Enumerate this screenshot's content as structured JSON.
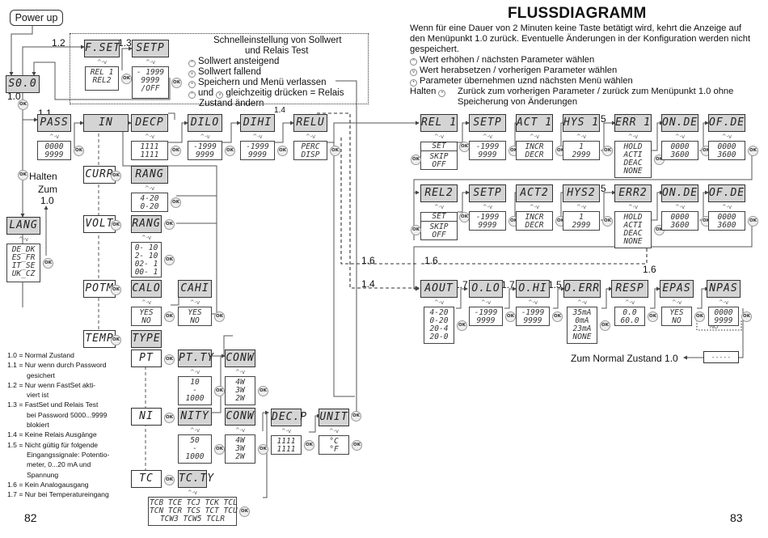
{
  "header": {
    "title": "FLUSSDIAGRAMM",
    "intro": "Wenn für eine Dauer von 2 Minuten keine Taste betätigt wird, kehrt die Anzeige auf den Menüpunkt 1.0 zurück. Eventuelle Änderungen in der Konfiguration werden nicht gespeichert.",
    "legend": [
      {
        "icon": "up-arrow-icon",
        "text": "Wert erhöhen / nächsten Parameter wählen"
      },
      {
        "icon": "down-arrow-icon",
        "text": "Wert herabsetzen / vorherigen Parameter wählen"
      },
      {
        "icon": "ok-icon",
        "text": "Parameter übernehmen uznd nächsten Menü wählen"
      }
    ],
    "hold_prefix": "Halten",
    "hold_text": "Zurück zum vorherigen Parameter / zurück zum Menüpunkt 1.0 ohne Speicherung von Änderungen"
  },
  "power_up": "Power up",
  "fastset": {
    "title_1": "Schnelleinstellung von Sollwert",
    "title_2": "und Relais Test",
    "items": [
      {
        "icon": "up-arrow-icon",
        "text": "Sollwert ansteigend"
      },
      {
        "icon": "down-arrow-icon",
        "text": "Sollwert fallend"
      },
      {
        "icon": "ok-icon",
        "text": "Speichern und Menü verlassen"
      }
    ],
    "combo_mid": "und",
    "combo_text": "gleichzeitig drücken = Relais",
    "combo_text_2": "Zustand ändern"
  },
  "ok_glyph": "OK",
  "updown_glyph": "^-v",
  "labels": {
    "l1_0": "1.0",
    "l1_1": "1.1",
    "l1_2": "1.2",
    "l1_3": "1.3",
    "l1_4": "1.4",
    "l1_5": "1.5",
    "l1_6": "1.6",
    "l1_7": "1.7",
    "halten": "Halten",
    "zum": "Zum",
    "zum_val": "1.0",
    "no": "NO",
    "zum_normal": "Zum Normal Zustand 1.0",
    "dash_box": "- - - - -"
  },
  "nodes": {
    "s00": "S0.0",
    "fset": {
      "title": "F.SET",
      "opts": "REL 1\nREL2"
    },
    "setp_fast": {
      "title": "SETP",
      "opts": "- 1999\n9999\n/OFF"
    },
    "pass": {
      "title": "PASS",
      "opts": "0000\n9999"
    },
    "in": "IN",
    "decp": {
      "title": "DECP",
      "opts": "1111\n1111"
    },
    "dilo": {
      "title": "DILO",
      "opts": "-1999\n9999"
    },
    "dihi": {
      "title": "DIHI",
      "opts": "-1999\n9999"
    },
    "relu": {
      "title": "RELU",
      "opts": "PERC\nDISP"
    },
    "lang": {
      "title": "LANG",
      "opts": "DE_DK\nES_FR\nIT_SE\nUK_CZ"
    },
    "curr": "CURR",
    "rang_curr": {
      "title": "RANG",
      "opts": "4-20\n0-20"
    },
    "volt": "VOLT",
    "rang_volt": {
      "title": "RANG",
      "opts": "0- 10\n2- 10\n02- 1\n00- 1"
    },
    "potm": "POTM",
    "calo": {
      "title": "CALO",
      "opts": "YES\nNO"
    },
    "cahi": {
      "title": "CAHI",
      "opts": "YES\nNO"
    },
    "temp": "TEMP",
    "type": "TYPE",
    "pt": "PT",
    "ptty": {
      "title": "PT.TY",
      "opts": "10\n-\n1000"
    },
    "conw_pt": {
      "title": "CONW",
      "opts": "4W\n3W\n2W"
    },
    "ni": "NI",
    "nity": {
      "title": "NITY",
      "opts": "50\n-\n1000"
    },
    "conw_ni": {
      "title": "CONW",
      "opts": "4W\n3W\n2W"
    },
    "decp_t": {
      "title": "DEC.P",
      "opts": "1111\n1111"
    },
    "unit": {
      "title": "UNIT",
      "opts": "°C\n°F"
    },
    "tc": "TC",
    "tcty": {
      "title": "TC.TY",
      "opts": "TCB TCE TCJ TCK TCL\nTCN TCR TCS TCT TCU\nTCW3 TCW5 TCLR"
    },
    "rel1": {
      "title": "REL 1",
      "opts_top": "SET",
      "opts": "SKIP\nOFF"
    },
    "setp1": {
      "title": "SETP",
      "opts": "-1999\n9999"
    },
    "act1": {
      "title": "ACT 1",
      "opts": "INCR\nDECR"
    },
    "hys1": {
      "title": "HYS 1",
      "opts": "1\n2999"
    },
    "err1": {
      "title": "ERR 1",
      "opts": "HOLD\nACTI\nDEAC\nNONE"
    },
    "onde1": {
      "title": "ON.DE",
      "opts": "0000\n3600"
    },
    "ofde1": {
      "title": "OF.DE",
      "opts": "0000\n3600"
    },
    "rel2": {
      "title": "REL2",
      "opts_top": "SET",
      "opts": "SKIP\nOFF"
    },
    "setp2": {
      "title": "SETP",
      "opts": "-1999\n9999"
    },
    "act2": {
      "title": "ACT2",
      "opts": "INCR\nDECR"
    },
    "hys2": {
      "title": "HYS2",
      "opts": "1\n2999"
    },
    "err2": {
      "title": "ERR2",
      "opts": "HOLD\nACTI\nDEAC\nNONE"
    },
    "onde2": {
      "title": "ON.DE",
      "opts": "0000\n3600"
    },
    "ofde2": {
      "title": "OF.DE",
      "opts": "0000\n3600"
    },
    "aout": {
      "title": "AOUT",
      "opts": "4-20\n0-20\n20-4\n20-0"
    },
    "olo": {
      "title": "O.LO",
      "opts": "-1999\n9999"
    },
    "ohi": {
      "title": "O.HI",
      "opts": "-1999\n9999"
    },
    "oerr": {
      "title": "O.ERR",
      "opts": "35mA\n0mA\n23mA\nNONE"
    },
    "resp": {
      "title": "RESP",
      "opts": "0.0\n60.0"
    },
    "epas": {
      "title": "EPAS",
      "opts": "YES\nNO"
    },
    "npas": {
      "title": "NPAS",
      "opts": "0000\n9999"
    }
  },
  "footnotes": [
    {
      "key": "1.0 =",
      "lines": [
        "Normal Zustand"
      ]
    },
    {
      "key": "1.1 =",
      "lines": [
        "Nur wenn durch Password",
        "gesichert"
      ]
    },
    {
      "key": "1.2 =",
      "lines": [
        "Nur wenn FastSet akti-",
        "viert ist"
      ]
    },
    {
      "key": "1.3 =",
      "lines": [
        "FastSet und Relais Test",
        "bei Password 5000...9999",
        "blokiert"
      ]
    },
    {
      "key": "1.4 =",
      "lines": [
        "Keine Relais Ausgänge"
      ]
    },
    {
      "key": "1.5 =",
      "lines": [
        "Nicht gültig für folgende",
        "Eingangssignale: Potentio-",
        "meter, 0...20 mA und",
        "Spannung"
      ]
    },
    {
      "key": "1.6 =",
      "lines": [
        "Kein Analogausgang"
      ]
    },
    {
      "key": "1.7 =",
      "lines": [
        "Nur bei Temperatureingang"
      ]
    }
  ],
  "page_left": "82",
  "page_right": "83"
}
